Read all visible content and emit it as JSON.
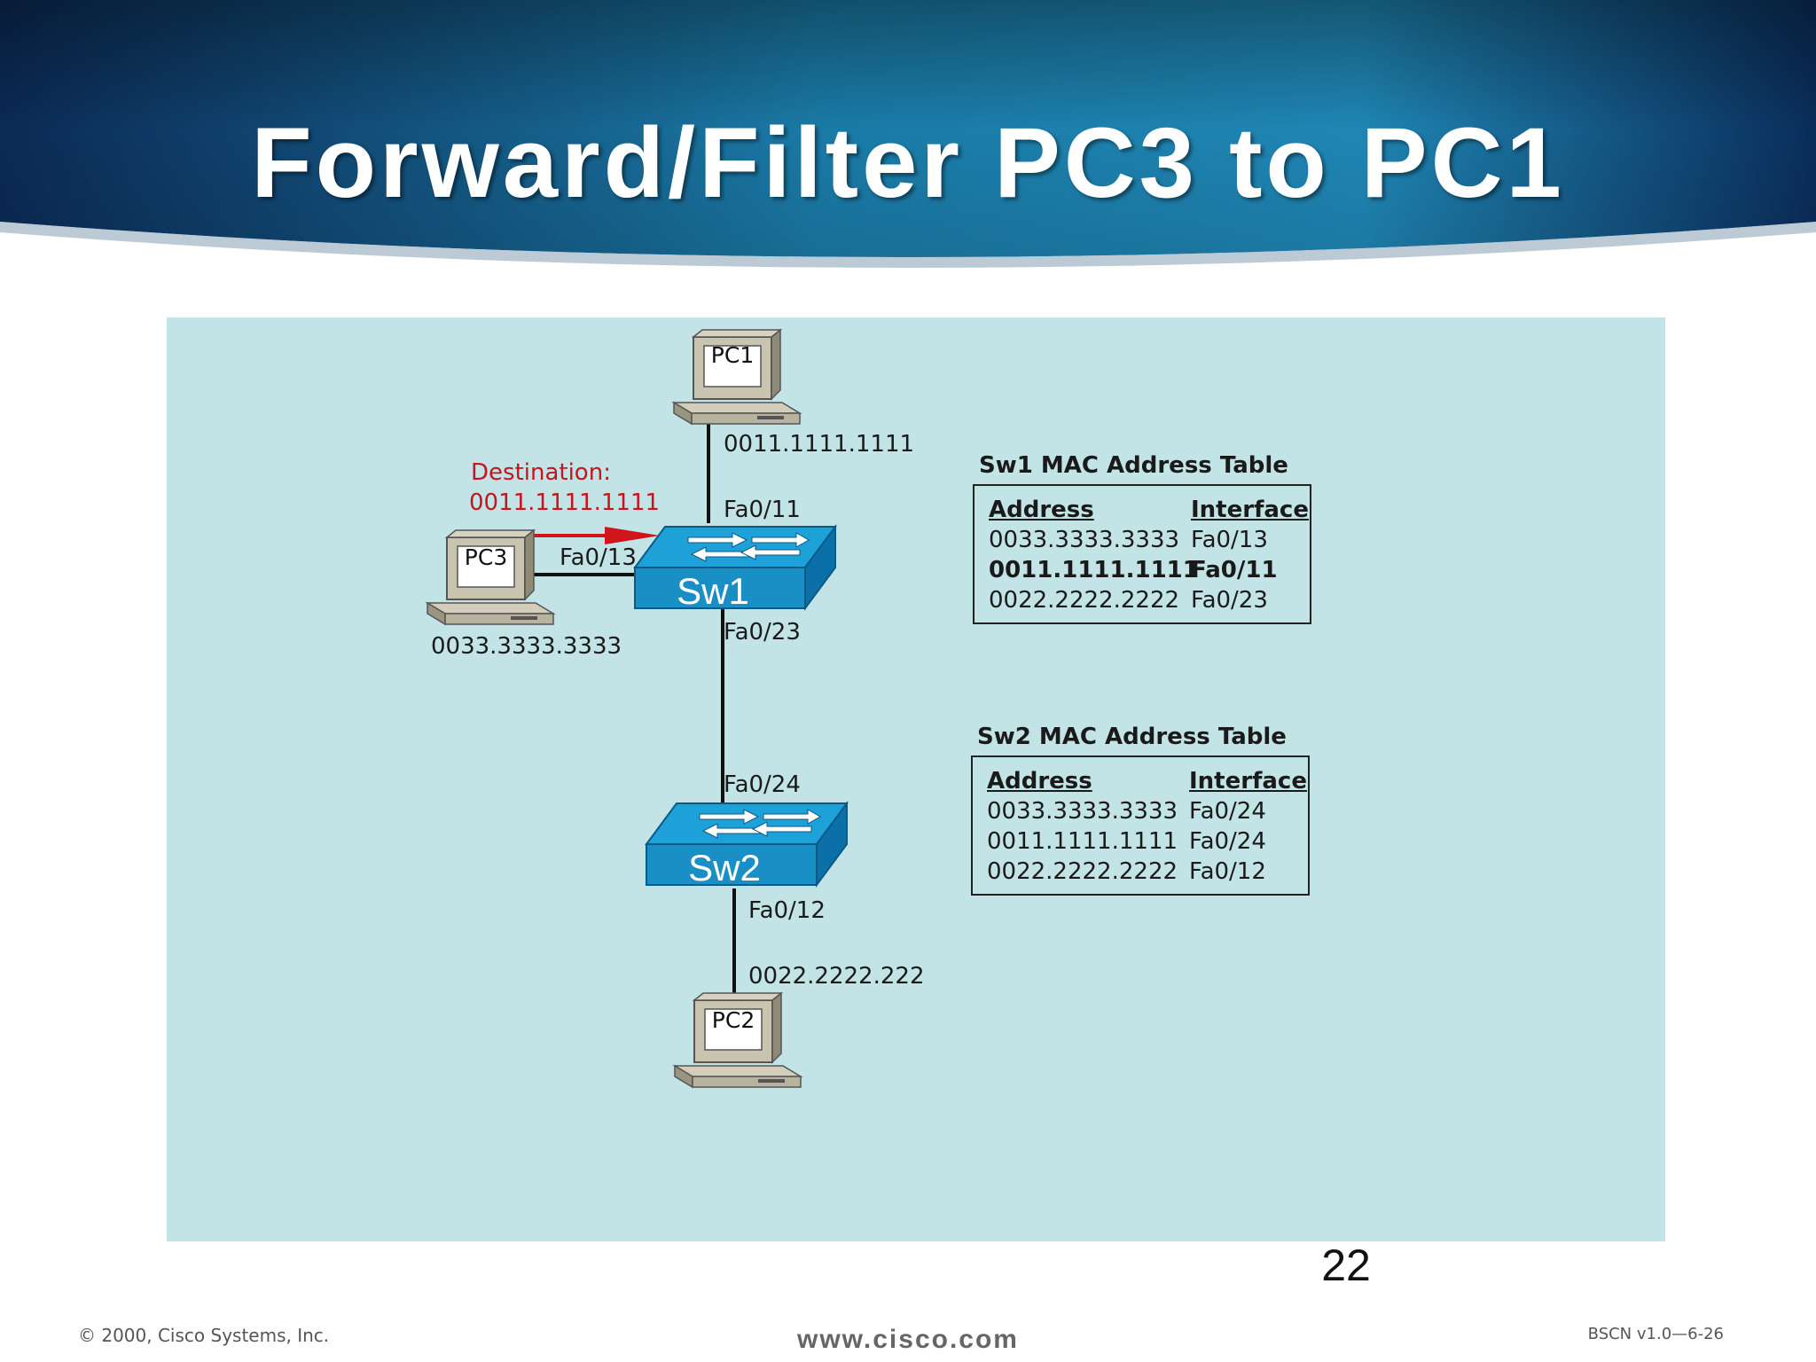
{
  "slide": {
    "title": "Forward/Filter PC3 to PC1",
    "page_number": "22"
  },
  "diagram": {
    "devices": {
      "pc1": {
        "label": "PC1",
        "mac": "0011.1111.1111"
      },
      "pc2": {
        "label": "PC2",
        "mac": "0022.2222.222"
      },
      "pc3": {
        "label": "PC3",
        "mac": "0033.3333.3333"
      },
      "sw1": {
        "label": "Sw1"
      },
      "sw2": {
        "label": "Sw2"
      }
    },
    "ports": {
      "sw1_pc1": "Fa0/11",
      "sw1_pc3": "Fa0/13",
      "sw1_sw2": "Fa0/23",
      "sw2_sw1": "Fa0/24",
      "sw2_pc2": "Fa0/12"
    },
    "destination": {
      "label": "Destination:",
      "mac": "0011.1111.1111",
      "color": "#c8141c"
    },
    "colors": {
      "background": "#c2e4e6",
      "switch_face": "#1ea0d8",
      "switch_side": "#0b6fa8",
      "pc_body": "#b0ab98",
      "link": "#111111"
    }
  },
  "sw1_table": {
    "title": "Sw1 MAC Address Table",
    "headers": [
      "Address",
      "Interface"
    ],
    "rows": [
      [
        "0033.3333.3333",
        "Fa0/13"
      ],
      [
        "0011.1111.1111",
        "Fa0/11"
      ],
      [
        "0022.2222.2222",
        "Fa0/23"
      ]
    ],
    "highlighted_row": 1
  },
  "sw2_table": {
    "title": "Sw2 MAC Address Table",
    "headers": [
      "Address",
      "Interface"
    ],
    "rows": [
      [
        "0033.3333.3333",
        "Fa0/24"
      ],
      [
        "0011.1111.1111",
        "Fa0/24"
      ],
      [
        "0022.2222.2222",
        "Fa0/12"
      ]
    ]
  },
  "footer": {
    "copyright": "© 2000, Cisco Systems, Inc.",
    "url": "www.cisco.com",
    "course_code": "BSCN v1.0—6-26"
  }
}
